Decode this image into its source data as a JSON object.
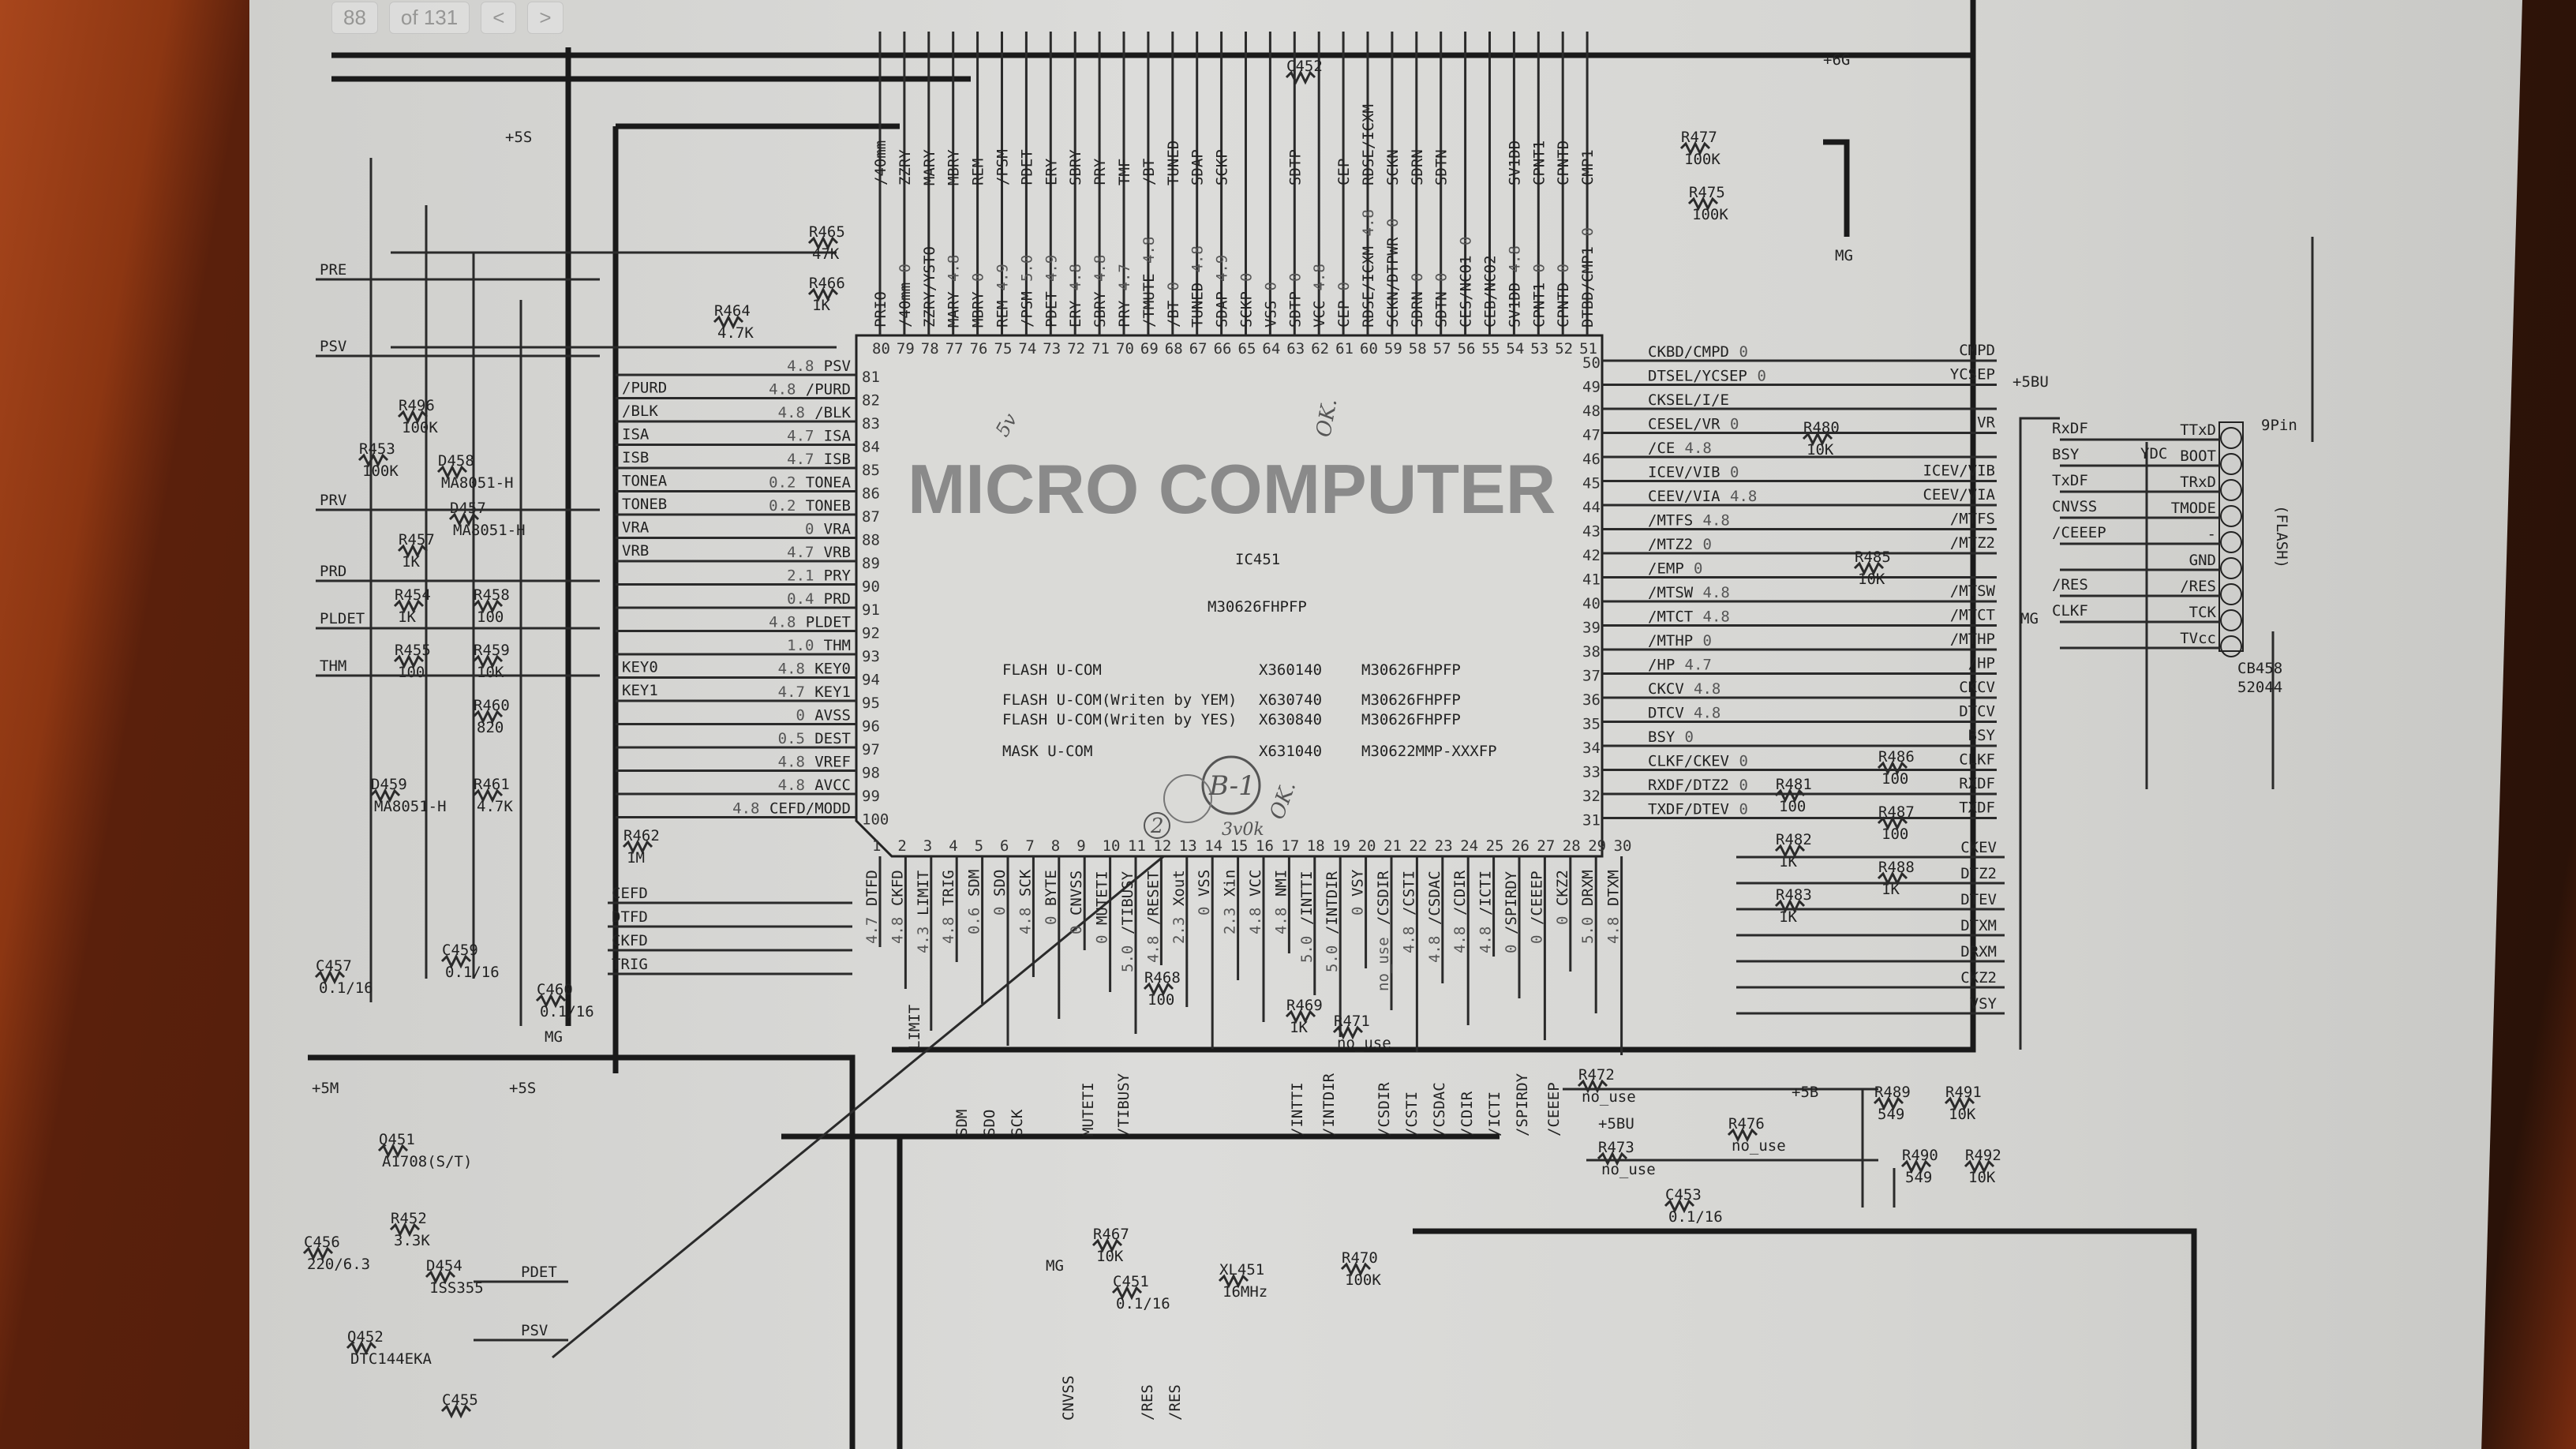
{
  "viewer": {
    "page": "88",
    "of_pages": "of 131",
    "prev": "<",
    "next": ">"
  },
  "chip": {
    "title": "MICRO COMPUTER",
    "ref": "IC451",
    "part": "M30626FHPFP",
    "table": [
      {
        "desc": "FLASH U-COM",
        "code": "X360140",
        "part": "M30626FHPFP"
      },
      {
        "desc": "FLASH U-COM(Writen by YEM)",
        "code": "X630740",
        "part": "M30626FHPFP"
      },
      {
        "desc": "FLASH U-COM(Writen by YES)",
        "code": "X630840",
        "part": "M30626FHPFP"
      },
      {
        "desc": "MASK U-COM",
        "code": "X631040",
        "part": "M30622MMP-XXXFP"
      }
    ]
  },
  "pins_top": [
    {
      "num": "80",
      "name": "PRIO",
      "v": ""
    },
    {
      "num": "79",
      "name": "/40mm",
      "v": "0"
    },
    {
      "num": "78",
      "name": "ZZRY/YSTO",
      "v": ""
    },
    {
      "num": "77",
      "name": "MARY",
      "v": "4.8"
    },
    {
      "num": "76",
      "name": "MBRY",
      "v": "0"
    },
    {
      "num": "75",
      "name": "REM",
      "v": "4.9"
    },
    {
      "num": "74",
      "name": "/PSM",
      "v": "5.0"
    },
    {
      "num": "73",
      "name": "PDET",
      "v": "4.9"
    },
    {
      "num": "72",
      "name": "ERY",
      "v": "4.8"
    },
    {
      "num": "71",
      "name": "SBRY",
      "v": "4.8"
    },
    {
      "num": "70",
      "name": "PRY",
      "v": "4.7"
    },
    {
      "num": "69",
      "name": "/TMUTE",
      "v": "4.8"
    },
    {
      "num": "68",
      "name": "/BT",
      "v": "0"
    },
    {
      "num": "67",
      "name": "TUNED",
      "v": "4.8"
    },
    {
      "num": "66",
      "name": "SDAP",
      "v": "4.9"
    },
    {
      "num": "65",
      "name": "SCKP",
      "v": "0"
    },
    {
      "num": "64",
      "name": "VSS",
      "v": "0"
    },
    {
      "num": "63",
      "name": "SDTP",
      "v": "0"
    },
    {
      "num": "62",
      "name": "VCC",
      "v": "4.8"
    },
    {
      "num": "61",
      "name": "CEP",
      "v": "0"
    },
    {
      "num": "60",
      "name": "RDSE/ICXM",
      "v": "4.8"
    },
    {
      "num": "59",
      "name": "SCKN/DTPWR",
      "v": "0"
    },
    {
      "num": "58",
      "name": "SDRN",
      "v": "0"
    },
    {
      "num": "57",
      "name": "SDTN",
      "v": "0"
    },
    {
      "num": "56",
      "name": "CES/NCO1",
      "v": "0"
    },
    {
      "num": "55",
      "name": "CEB/NCO2",
      "v": ""
    },
    {
      "num": "54",
      "name": "SV1DD",
      "v": "4.8"
    },
    {
      "num": "53",
      "name": "CPNT1",
      "v": "0"
    },
    {
      "num": "52",
      "name": "CPNTD",
      "v": "0"
    },
    {
      "num": "51",
      "name": "DTBD/CMP1",
      "v": "0"
    }
  ],
  "nets_top": [
    "/40mm",
    "ZZRY",
    "MARY",
    "MBRY",
    "REM",
    "/PSM",
    "PDET",
    "ERY",
    "SBRY",
    "PRY",
    "TMF",
    "/BT",
    "TUNED",
    "SDAP",
    "SCKP",
    "",
    "",
    "SDTP",
    "",
    "CEP",
    "RDSE/ICXM",
    "SCKN",
    "SDRN",
    "SDTN",
    "",
    "",
    "SV1DD",
    "CPNT1",
    "CPNTD",
    "CMP1"
  ],
  "pins_left": [
    {
      "num": "81",
      "name": "PSV",
      "v": "4.8",
      "net": ""
    },
    {
      "num": "82",
      "name": "/PURD",
      "v": "4.8",
      "net": "/PURD"
    },
    {
      "num": "83",
      "name": "/BLK",
      "v": "4.8",
      "net": "/BLK"
    },
    {
      "num": "84",
      "name": "ISA",
      "v": "4.7",
      "net": "ISA"
    },
    {
      "num": "85",
      "name": "ISB",
      "v": "4.7",
      "net": "ISB"
    },
    {
      "num": "86",
      "name": "TONEA",
      "v": "0.2",
      "net": "TONEA"
    },
    {
      "num": "87",
      "name": "TONEB",
      "v": "0.2",
      "net": "TONEB"
    },
    {
      "num": "88",
      "name": "VRA",
      "v": "0",
      "net": "VRA"
    },
    {
      "num": "89",
      "name": "VRB",
      "v": "4.7",
      "net": "VRB"
    },
    {
      "num": "90",
      "name": "PRY",
      "v": "2.1",
      "net": ""
    },
    {
      "num": "91",
      "name": "PRD",
      "v": "0.4",
      "net": ""
    },
    {
      "num": "92",
      "name": "PLDET",
      "v": "4.8",
      "net": ""
    },
    {
      "num": "93",
      "name": "THM",
      "v": "1.0",
      "net": ""
    },
    {
      "num": "94",
      "name": "KEY0",
      "v": "4.8",
      "net": "KEY0"
    },
    {
      "num": "95",
      "name": "KEY1",
      "v": "4.7",
      "net": "KEY1"
    },
    {
      "num": "96",
      "name": "AVSS",
      "v": "0",
      "net": ""
    },
    {
      "num": "97",
      "name": "DEST",
      "v": "0.5",
      "net": ""
    },
    {
      "num": "98",
      "name": "VREF",
      "v": "4.8",
      "net": ""
    },
    {
      "num": "99",
      "name": "AVCC",
      "v": "4.8",
      "net": ""
    },
    {
      "num": "100",
      "name": "CEFD/MODD",
      "v": "4.8",
      "net": ""
    }
  ],
  "nets_far_left": [
    "PRE",
    "PSV",
    "PRV",
    "PRD",
    "PLDET",
    "THM"
  ],
  "nets_lower_left": [
    "CEFD",
    "DTFD",
    "CKFD",
    "TRIG"
  ],
  "pins_right": [
    {
      "num": "50",
      "name": "CKBD/CMPD",
      "v": "0",
      "net": "CMPD"
    },
    {
      "num": "49",
      "name": "DTSEL/YCSEP",
      "v": "0",
      "net": "YCSEP"
    },
    {
      "num": "48",
      "name": "CKSEL/I/E",
      "v": "",
      "net": ""
    },
    {
      "num": "47",
      "name": "CESEL/VR",
      "v": "0",
      "net": "VR"
    },
    {
      "num": "46",
      "name": "/CE",
      "v": "4.8",
      "net": ""
    },
    {
      "num": "45",
      "name": "ICEV/VIB",
      "v": "0",
      "net": "ICEV/VIB"
    },
    {
      "num": "44",
      "name": "CEEV/VIA",
      "v": "4.8",
      "net": "CEEV/VIA"
    },
    {
      "num": "43",
      "name": "/MTFS",
      "v": "4.8",
      "net": "/MTFS"
    },
    {
      "num": "42",
      "name": "/MTZ2",
      "v": "0",
      "net": "/MTZ2"
    },
    {
      "num": "41",
      "name": "/EMP",
      "v": "0",
      "net": ""
    },
    {
      "num": "40",
      "name": "/MTSW",
      "v": "4.8",
      "net": "/MTSW"
    },
    {
      "num": "39",
      "name": "/MTCT",
      "v": "4.8",
      "net": "/MTCT"
    },
    {
      "num": "38",
      "name": "/MTHP",
      "v": "0",
      "net": "/MTHP"
    },
    {
      "num": "37",
      "name": "/HP",
      "v": "4.7",
      "net": "/HP"
    },
    {
      "num": "36",
      "name": "CKCV",
      "v": "4.8",
      "net": "CKCV"
    },
    {
      "num": "35",
      "name": "DTCV",
      "v": "4.8",
      "net": "DTCV"
    },
    {
      "num": "34",
      "name": "BSY",
      "v": "0",
      "net": "BSY"
    },
    {
      "num": "33",
      "name": "CLKF/CKEV",
      "v": "0",
      "net": "CLKF"
    },
    {
      "num": "32",
      "name": "RXDF/DTZ2",
      "v": "0",
      "net": "RXDF"
    },
    {
      "num": "31",
      "name": "TXDF/DTEV",
      "v": "0",
      "net": "TXDF"
    }
  ],
  "nets_right_lower": [
    "CKEV",
    "DTZ2",
    "DTEV",
    "DTXM",
    "DRXM",
    "CKZ2",
    "VSY"
  ],
  "pins_bottom": [
    {
      "num": "1",
      "name": "DTFD",
      "v": "4.7"
    },
    {
      "num": "2",
      "name": "CKFD",
      "v": "4.8"
    },
    {
      "num": "3",
      "name": "LIMIT",
      "v": "4.3"
    },
    {
      "num": "4",
      "name": "TRIG",
      "v": "4.8"
    },
    {
      "num": "5",
      "name": "SDM",
      "v": "0.6"
    },
    {
      "num": "6",
      "name": "SDO",
      "v": "0"
    },
    {
      "num": "7",
      "name": "SCK",
      "v": "4.8"
    },
    {
      "num": "8",
      "name": "BYTE",
      "v": "0"
    },
    {
      "num": "9",
      "name": "CNVSS",
      "v": "0"
    },
    {
      "num": "10",
      "name": "MUTETI",
      "v": "0"
    },
    {
      "num": "11",
      "name": "/TIBUSY",
      "v": "5.0"
    },
    {
      "num": "12",
      "name": "/RESET",
      "v": "4.8"
    },
    {
      "num": "13",
      "name": "Xout",
      "v": "2.3"
    },
    {
      "num": "14",
      "name": "VSS",
      "v": "0"
    },
    {
      "num": "15",
      "name": "Xin",
      "v": "2.3"
    },
    {
      "num": "16",
      "name": "VCC",
      "v": "4.8"
    },
    {
      "num": "17",
      "name": "NMI",
      "v": "4.8"
    },
    {
      "num": "18",
      "name": "/INTTI",
      "v": "5.0"
    },
    {
      "num": "19",
      "name": "/INTDIR",
      "v": "5.0"
    },
    {
      "num": "20",
      "name": "VSY",
      "v": "0"
    },
    {
      "num": "21",
      "name": "/CSDIR",
      "v": "no_use"
    },
    {
      "num": "22",
      "name": "/CSTI",
      "v": "4.8"
    },
    {
      "num": "23",
      "name": "/CSDAC",
      "v": "4.8"
    },
    {
      "num": "24",
      "name": "/CDIR",
      "v": "4.8"
    },
    {
      "num": "25",
      "name": "/ICTI",
      "v": "4.8"
    },
    {
      "num": "26",
      "name": "/SPIRDY",
      "v": "0"
    },
    {
      "num": "27",
      "name": "/CEEEP",
      "v": "0"
    },
    {
      "num": "28",
      "name": "CKZ2",
      "v": "0"
    },
    {
      "num": "29",
      "name": "DRXM",
      "v": "5.0"
    },
    {
      "num": "30",
      "name": "DTXM",
      "v": "4.8"
    }
  ],
  "nets_bottom": [
    "SDM",
    "SDO",
    "SCK",
    "MUTETI",
    "/TIBUSY",
    "/INTTI",
    "/INTDIR",
    "/CSDIR",
    "/CSTI",
    "/CSDAC",
    "/CDIR",
    "/ICTI",
    "/SPIRDY",
    "/CEEEP",
    "LIMIT",
    "CNVSS",
    "/RES",
    "/RES"
  ],
  "connector": {
    "ref": "CB458",
    "part": "52044",
    "pins_label": "9Pin",
    "type": "(FLASH)",
    "pins": [
      "TTxD",
      "BOOT",
      "TRxD",
      "TMODE",
      "-",
      "GND",
      "/RES",
      "TCK",
      "TVcc"
    ],
    "nets": [
      "RxDF",
      "BSY",
      "TxDF",
      "CNVSS",
      "/CEEEP",
      "",
      "/RES",
      "CLKF",
      ""
    ],
    "extra": "YDC"
  },
  "components": [
    {
      "ref": "R477",
      "val": "100K"
    },
    {
      "ref": "R475",
      "val": "100K"
    },
    {
      "ref": "R480",
      "val": "10K"
    },
    {
      "ref": "R485",
      "val": "10K"
    },
    {
      "ref": "R486",
      "val": "100"
    },
    {
      "ref": "R481",
      "val": "100"
    },
    {
      "ref": "R487",
      "val": "100"
    },
    {
      "ref": "R482",
      "val": "1K"
    },
    {
      "ref": "R488",
      "val": "1K"
    },
    {
      "ref": "R483",
      "val": "1K"
    },
    {
      "ref": "R462",
      "val": "1M"
    },
    {
      "ref": "R468",
      "val": "100"
    },
    {
      "ref": "R469",
      "val": "1K"
    },
    {
      "ref": "R471",
      "val": "no_use"
    },
    {
      "ref": "R472",
      "val": "no_use"
    },
    {
      "ref": "R473",
      "val": "no_use"
    },
    {
      "ref": "R476",
      "val": "no_use"
    },
    {
      "ref": "R489",
      "val": "549"
    },
    {
      "ref": "R490",
      "val": "549"
    },
    {
      "ref": "R491",
      "val": "10K"
    },
    {
      "ref": "R492",
      "val": "10K"
    },
    {
      "ref": "R470",
      "val": "100K"
    },
    {
      "ref": "R467",
      "val": "10K"
    },
    {
      "ref": "C451",
      "val": "0.1/16"
    },
    {
      "ref": "XL451",
      "val": "16MHz"
    },
    {
      "ref": "C453",
      "val": "0.1/16"
    },
    {
      "ref": "Q451",
      "val": "A1708(S/T)"
    },
    {
      "ref": "R452",
      "val": "3.3K"
    },
    {
      "ref": "D454",
      "val": "1SS355"
    },
    {
      "ref": "Q452",
      "val": "DTC144EKA"
    },
    {
      "ref": "C456",
      "val": "220/6.3"
    },
    {
      "ref": "R454",
      "val": "1K"
    },
    {
      "ref": "R458",
      "val": "100"
    },
    {
      "ref": "R455",
      "val": "100"
    },
    {
      "ref": "R459",
      "val": "10K"
    },
    {
      "ref": "R460",
      "val": "820"
    },
    {
      "ref": "R461",
      "val": "4.7K"
    },
    {
      "ref": "D459",
      "val": "MA8051-H"
    },
    {
      "ref": "R465",
      "val": "47K"
    },
    {
      "ref": "R466",
      "val": "1K"
    },
    {
      "ref": "D458",
      "val": "MA8051-H"
    },
    {
      "ref": "R496",
      "val": "100K"
    },
    {
      "ref": "R453",
      "val": "100K"
    },
    {
      "ref": "R457",
      "val": "1K"
    },
    {
      "ref": "D457",
      "val": "MA8051-H"
    },
    {
      "ref": "R464",
      "val": "4.7K"
    },
    {
      "ref": "C457",
      "val": "0.1/16"
    },
    {
      "ref": "C459",
      "val": "0.1/16"
    },
    {
      "ref": "C460",
      "val": "0.1/16"
    },
    {
      "ref": "C455",
      "val": ""
    },
    {
      "ref": "C452",
      "val": ""
    }
  ],
  "power": [
    "+5S",
    "+6G",
    "+5BU",
    "+5BU",
    "+5B",
    "+5M",
    "+5S",
    "MG",
    "MG",
    "MG",
    "MG"
  ],
  "bottom_left_nets": [
    "PDET",
    "PSV"
  ],
  "handwriting": [
    "B-1",
    "2",
    "OK.",
    "OK.",
    "3v0k",
    "5v"
  ]
}
